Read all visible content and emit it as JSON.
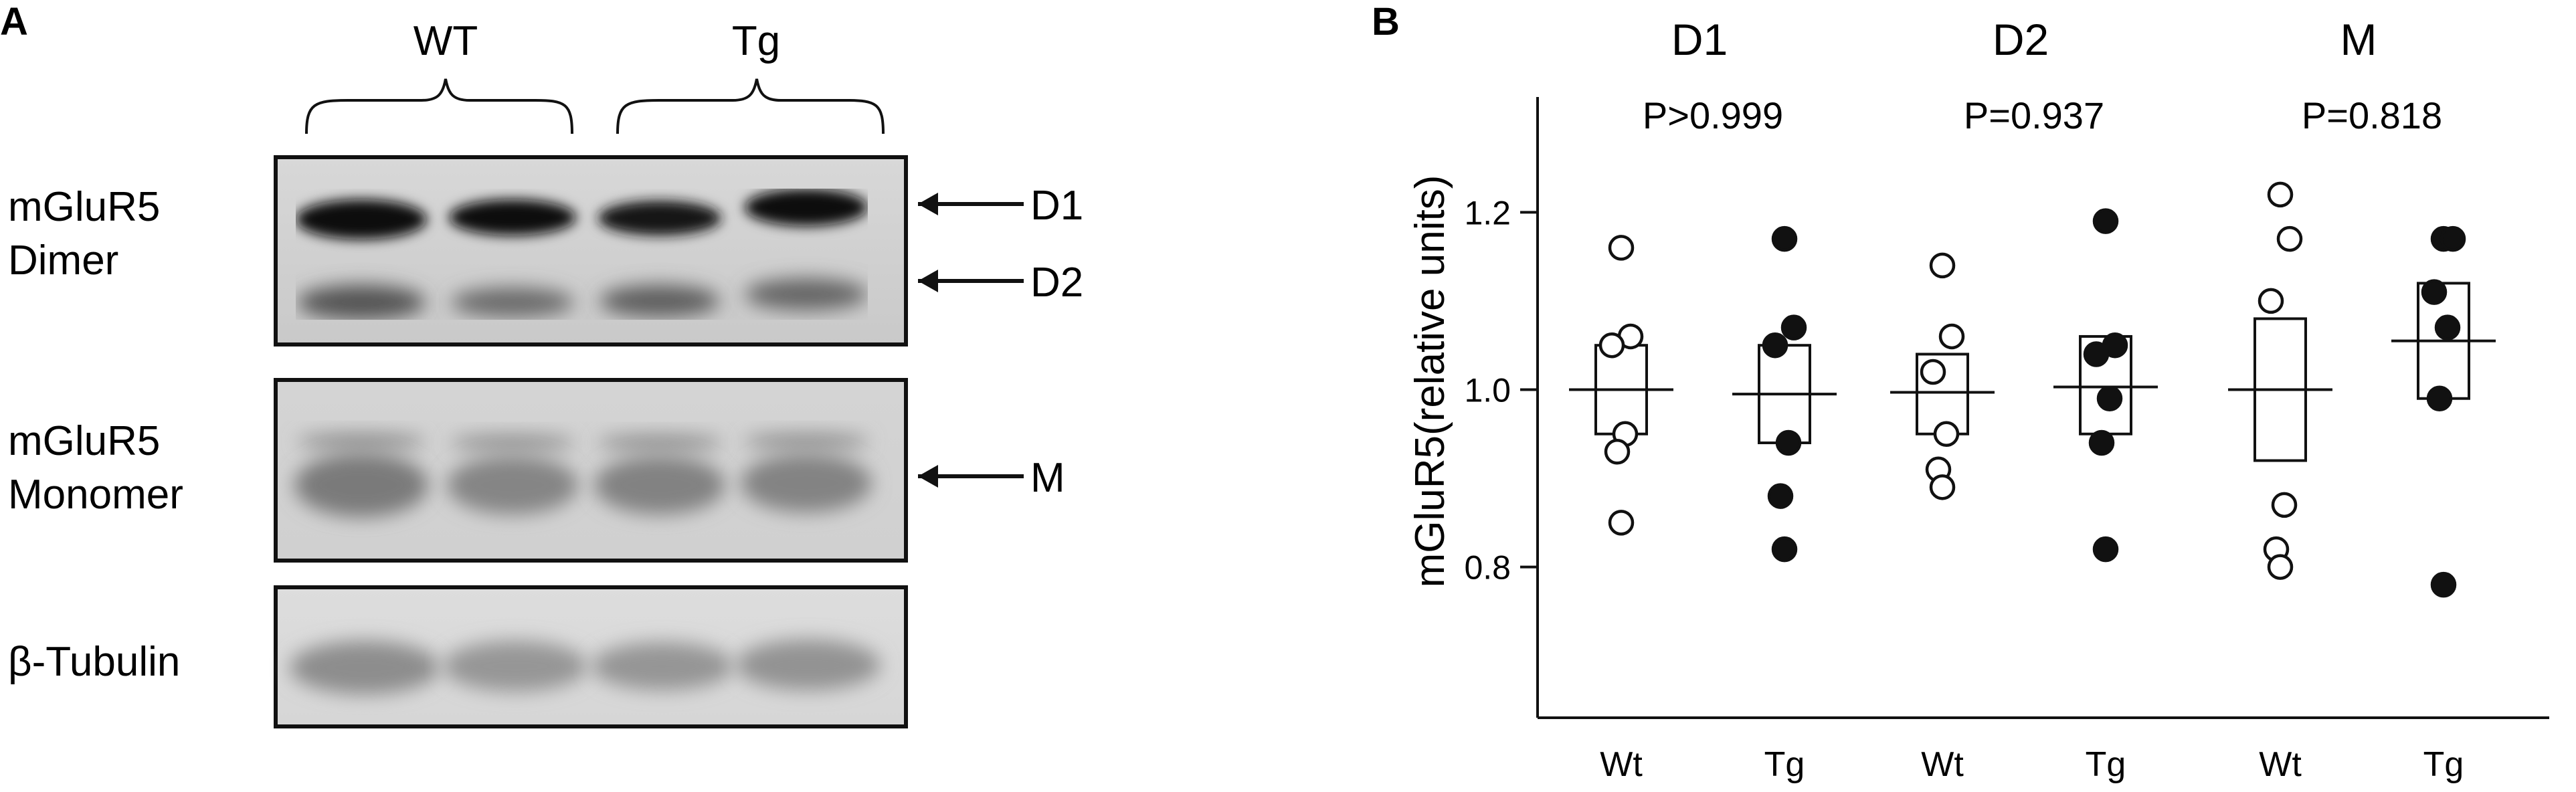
{
  "panel_a": {
    "panel_label": "A",
    "group_labels": [
      "WT",
      "Tg"
    ],
    "blots": [
      {
        "label_lines": [
          "mGluR5",
          "Dimer"
        ]
      },
      {
        "label_lines": [
          "mGluR5",
          "Monomer"
        ]
      },
      {
        "label_lines": [
          "β-Tubulin"
        ]
      }
    ],
    "band_arrows": [
      "D1",
      "D2",
      "M"
    ]
  },
  "panel_b": {
    "panel_label": "B",
    "chart_data": {
      "type": "scatter",
      "ylabel": "mGluR5(relative units)",
      "ylim": [
        0.63,
        1.33
      ],
      "yticks": [
        0.8,
        1.0,
        1.2
      ],
      "yticklabels": [
        "0.8",
        "1.0",
        "1.2"
      ],
      "groups": [
        {
          "title": "D1",
          "pvalue": "P>0.999",
          "conditions": [
            {
              "label": "Wt",
              "marker": "open",
              "values": [
                1.16,
                1.06,
                1.05,
                0.95,
                0.93,
                0.85
              ],
              "mean": 1.0,
              "box": [
                0.95,
                1.05
              ]
            },
            {
              "label": "Tg",
              "marker": "filled",
              "values": [
                1.17,
                1.07,
                1.05,
                0.94,
                0.88,
                0.82
              ],
              "mean": 0.995,
              "box": [
                0.94,
                1.05
              ]
            }
          ]
        },
        {
          "title": "D2",
          "pvalue": "P=0.937",
          "conditions": [
            {
              "label": "Wt",
              "marker": "open",
              "values": [
                1.14,
                1.06,
                1.02,
                0.95,
                0.91,
                0.89
              ],
              "mean": 0.997,
              "box": [
                0.95,
                1.04
              ]
            },
            {
              "label": "Tg",
              "marker": "filled",
              "values": [
                1.19,
                1.05,
                1.04,
                0.99,
                0.94,
                0.82
              ],
              "mean": 1.003,
              "box": [
                0.95,
                1.06
              ]
            }
          ]
        },
        {
          "title": "M",
          "pvalue": "P=0.818",
          "conditions": [
            {
              "label": "Wt",
              "marker": "open",
              "values": [
                1.22,
                1.17,
                1.1,
                0.87,
                0.82,
                0.8
              ],
              "mean": 1.0,
              "box": [
                0.92,
                1.08
              ]
            },
            {
              "label": "Tg",
              "marker": "filled",
              "values": [
                1.17,
                1.17,
                1.11,
                1.07,
                0.99,
                0.78
              ],
              "mean": 1.055,
              "box": [
                0.99,
                1.12
              ]
            }
          ]
        }
      ]
    }
  }
}
